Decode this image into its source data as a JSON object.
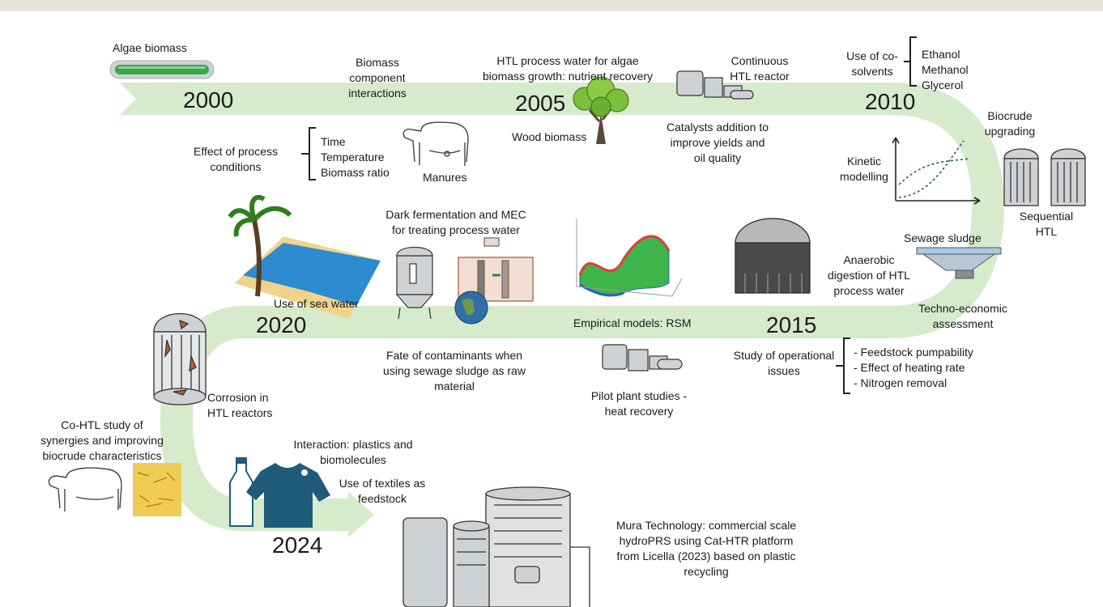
{
  "years": [
    "2000",
    "2005",
    "2010",
    "2015",
    "2020",
    "2024"
  ],
  "labels": {
    "algae_biomass": "Algae biomass",
    "biomass_interactions": [
      "Biomass",
      "component",
      "interactions"
    ],
    "htl_water_algae": [
      "HTL process water for algae",
      "biomass growth: nutrient recovery"
    ],
    "continuous_reactor": [
      "Continuous",
      "HTL reactor"
    ],
    "cosolvents": [
      "Use of co-",
      "solvents"
    ],
    "cosolvent_list": [
      "Ethanol",
      "Methanol",
      "Glycerol"
    ],
    "wood_biomass": "Wood biomass",
    "catalysts": [
      "Catalysts addition to",
      "improve yields and",
      "oil quality"
    ],
    "process_conditions": [
      "Effect of process",
      "conditions"
    ],
    "condition_list": [
      "Time",
      "Temperature",
      "Biomass ratio"
    ],
    "manures": "Manures",
    "biocrude_upgrading": [
      "Biocrude",
      "upgrading"
    ],
    "kinetic_modelling": [
      "Kinetic",
      "modelling"
    ],
    "sequential_htl": [
      "Sequential",
      "HTL"
    ],
    "dark_fermentation": [
      "Dark fermentation and MEC",
      "for treating process water"
    ],
    "sewage_sludge": "Sewage sludge",
    "anaerobic_digestion": [
      "Anaerobic",
      "digestion of HTL",
      "process water"
    ],
    "sea_water": "Use of sea water",
    "empirical_models": "Empirical models: RSM",
    "techno_economic": [
      "Techno-economic",
      "assessment"
    ],
    "contaminants": [
      "Fate of contaminants when",
      "using sewage sludge as raw",
      "material"
    ],
    "operational_issues": [
      "Study of operational",
      "issues"
    ],
    "operational_list": [
      "- Feedstock pumpability",
      "- Effect of heating rate",
      "- Nitrogen removal"
    ],
    "pilot_plant": [
      "Pilot plant studies -",
      "heat recovery"
    ],
    "corrosion": [
      "Corrosion in",
      "HTL reactors"
    ],
    "co_htl": [
      "Co-HTL  study of",
      "synergies and improving",
      "biocrude characteristics"
    ],
    "plastics_interaction": [
      "Interaction: plastics and",
      "biomolecules"
    ],
    "textiles": [
      "Use of textiles as",
      "feedstock"
    ],
    "mura": [
      "Mura Technology: commercial scale",
      "hydroPRS using Cat-HTR  platform",
      "from Licella (2023) based on plastic",
      "recycling"
    ]
  },
  "icons": [
    "algae-tube-icon",
    "cow-icon",
    "tree-icon",
    "reactor-icon",
    "vessel-icon",
    "chart-icon",
    "digester-icon",
    "clarifier-icon",
    "palm-icon",
    "fermenter-icon",
    "surface-plot-icon",
    "earth-icon",
    "bottle-icon",
    "shirt-icon",
    "straw-bale-icon",
    "plant-icon"
  ],
  "colors": {
    "path": "#d5ebcb",
    "reactor_fill": "#cfd2d4",
    "outline": "#333333",
    "rust": "#c0592e",
    "shirt": "#1f5c7a",
    "algae": "#3aa74a"
  }
}
